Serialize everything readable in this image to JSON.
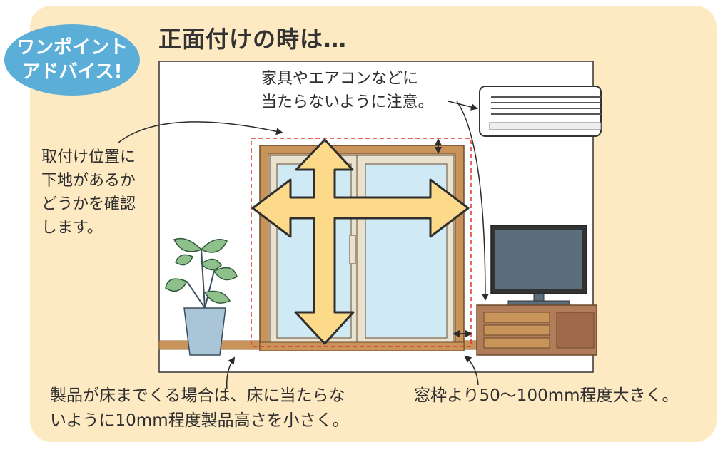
{
  "badge": {
    "line1": "ワンポイント",
    "line2": "アドバイス!"
  },
  "title": "正面付けの時は…",
  "notes": {
    "furniture_line1": "家具やエアコンなどに",
    "furniture_line2": "当たらないように注意。",
    "check_line1": "取付け位置に",
    "check_line2": "下地があるか",
    "check_line3": "どうかを確認",
    "check_line4": "します。",
    "floor_line1": "製品が床までくる場合は、床に当たらな",
    "floor_line2": "いように10mm程度製品高さを小さく。",
    "size_line1": "窓枠より50〜100mm程度大きく。"
  },
  "icons": [
    "aircon-icon",
    "tv-icon",
    "plant-icon",
    "window-icon",
    "move-arrows-icon"
  ],
  "colors": {
    "panel_bg": "#fde9c2",
    "badge_bg": "#5aaed8",
    "frame_wood": "#c8945a",
    "glass": "#cfeaf4",
    "arrow_fill": "#fdd98a",
    "dashed_line": "#e0362c",
    "tv_screen": "#5a6e7c",
    "cabinet": "#b07c5a"
  }
}
